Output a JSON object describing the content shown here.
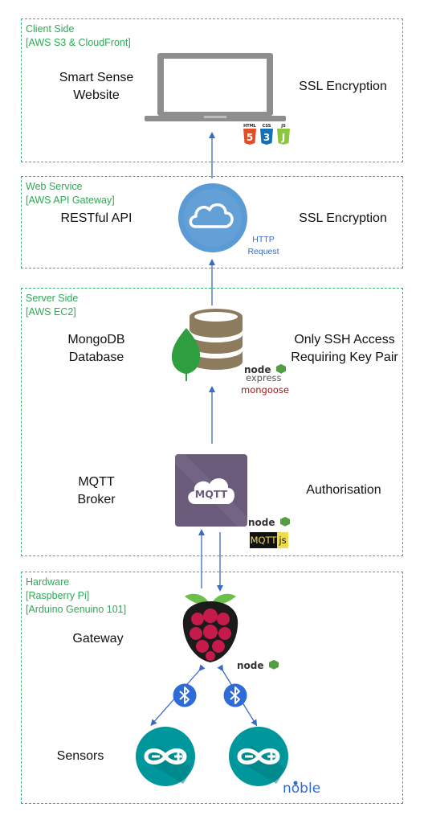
{
  "zones": {
    "client": {
      "title": "Client Side\n[AWS S3 & CloudFront]"
    },
    "web": {
      "title": "Web Service\n[AWS API Gateway]"
    },
    "server": {
      "title": "Server Side\n[AWS EC2]"
    },
    "hardware": {
      "title": "Hardware\n[Raspberry Pi]\n[Arduino Genuino 101]"
    }
  },
  "nodes": {
    "website": {
      "label": "Smart Sense\nWebsite",
      "right": "SSL Encryption"
    },
    "api": {
      "label": "RESTful API",
      "right": "SSL Encryption",
      "note": "HTTP\nRequest"
    },
    "db": {
      "label": "MongoDB\nDatabase",
      "right": "Only SSH Access\nRequiring Key Pair"
    },
    "broker": {
      "label": "MQTT\nBroker",
      "right": "Authorisation",
      "cloud_text": "MQTT"
    },
    "gateway": {
      "label": "Gateway"
    },
    "sensors": {
      "label": "Sensors"
    }
  },
  "badges": {
    "html": "HTML",
    "css": "CSS",
    "js": "JS",
    "node": "node",
    "express": "express",
    "mongoose": "mongoose",
    "mqttjs_a": "MQTT",
    "mqttjs_b": "js",
    "noble": "noble"
  },
  "colors": {
    "zone_border": "#3cb371",
    "zone_title": "#2eaa55",
    "arrow": "#3a6bc4",
    "cloud_bg": "#5b9bd5",
    "db_brown": "#8c7b5c",
    "leaf_green": "#2e9e3e",
    "mqtt_purple": "#6b5b7b",
    "rpi_red": "#c51a4a",
    "arduino_teal": "#00979c",
    "bluetooth_blue": "#2d6bd6",
    "node_green": "#539e43"
  }
}
